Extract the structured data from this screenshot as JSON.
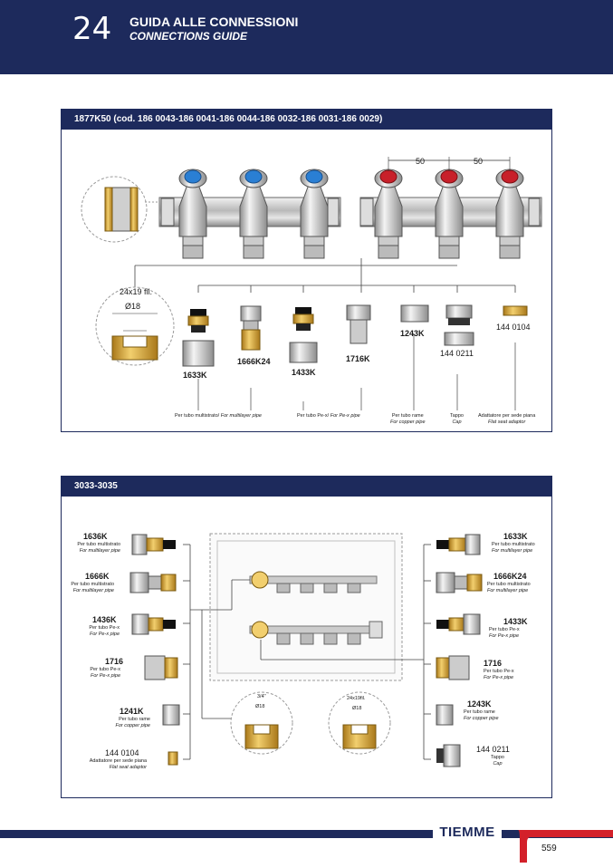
{
  "header": {
    "number": "24",
    "title_it": "GUIDA ALLE CONNESSIONI",
    "title_en": "CONNECTIONS GUIDE"
  },
  "panel1": {
    "title": "1877K50 (cod. 186 0043-186 0041-186 0044-186 0032-186 0031-186 0029)",
    "dim_a": "50",
    "dim_b": "50",
    "detail_thread": "24x19 fil.",
    "detail_dia": "Ø18",
    "codes": [
      "1633K",
      "1666K24",
      "1433K",
      "1716K",
      "1243K",
      "144 0211",
      "144 0104"
    ],
    "captions": [
      {
        "it": "Per tubo multistrato/",
        "en": "For multilayer pipe"
      },
      {
        "it": "Per tubo Pe-x/",
        "en": "For Pe-x pipe"
      },
      {
        "it": "Per tubo rame",
        "en": "For copper pipe"
      },
      {
        "it": "Tappo",
        "en": "Cap"
      },
      {
        "it": "Adattatore per sede piana",
        "en": "Flat seat adaptor"
      }
    ],
    "colors": {
      "hot": "#c8202a",
      "cold": "#2a7fd4"
    }
  },
  "panel2": {
    "title": "3033-3035",
    "left": [
      {
        "code": "1636K",
        "it": "Per tubo multistrato",
        "en": "For multilayer pipe"
      },
      {
        "code": "1666K",
        "it": "Per tubo multistrato",
        "en": "For multilayer pipe"
      },
      {
        "code": "1436K",
        "it": "Per tubo Pe-x",
        "en": "For Pe-x pipe"
      },
      {
        "code": "1716",
        "it": "Per tubo Pe-x",
        "en": "For Pe-x pipe"
      },
      {
        "code": "1241K",
        "it": "Per tubo rame",
        "en": "For copper pipe"
      },
      {
        "code": "144 0104",
        "it": "Adattatore per sede piana",
        "en": "Flat seat adaptor"
      }
    ],
    "right": [
      {
        "code": "1633K",
        "it": "Per tubo multistrato",
        "en": "For multilayer pipe"
      },
      {
        "code": "1666K24",
        "it": "Per tubo multistrato",
        "en": "For multilayer pipe"
      },
      {
        "code": "1433K",
        "it": "Per tubo Pe-x",
        "en": "For Pe-x pipe"
      },
      {
        "code": "1716",
        "it": "Per tubo Pe-x",
        "en": "For Pe-x pipe"
      },
      {
        "code": "1243K",
        "it": "Per tubo rame",
        "en": "For copper pipe"
      },
      {
        "code": "144 0211",
        "it": "Tappo",
        "en": "Cap"
      }
    ],
    "detail_left_size": "3/4\"",
    "detail_left_dia": "Ø18",
    "detail_right_thread": "24x19fil.",
    "detail_right_dia": "Ø18"
  },
  "footer": {
    "brand": "TIEMME",
    "page": "559",
    "colors": {
      "navy": "#1d2a5c",
      "red": "#d3202a"
    }
  }
}
